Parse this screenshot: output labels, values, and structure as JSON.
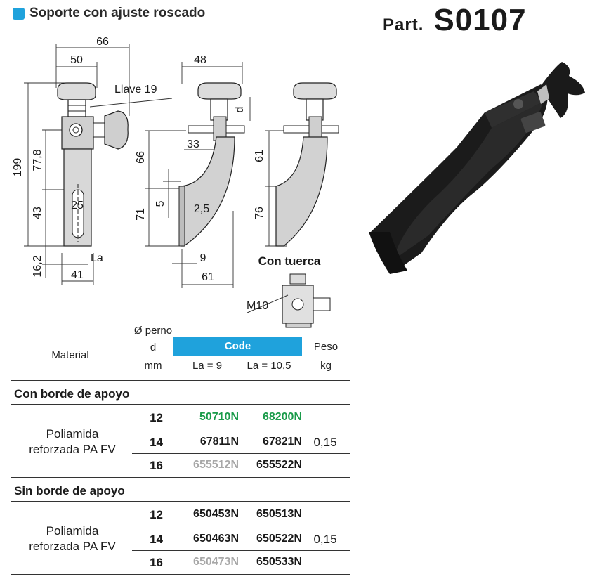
{
  "header": {
    "title": "Soporte con ajuste roscado",
    "part_prefix": "Part.",
    "part_code": "S0107"
  },
  "drawing": {
    "dims": {
      "d66": "66",
      "d50": "50",
      "d48": "48",
      "llave": "Llave 19",
      "d199": "199",
      "d77_8": "77,8",
      "d43": "43",
      "d16_2": "16,2",
      "d25": "25",
      "la": "La",
      "d41": "41",
      "d66b": "66",
      "d33": "33",
      "d71": "71",
      "d5": "5",
      "d2_5": "2,5",
      "d9": "9",
      "d61": "61",
      "d_d": "d",
      "d61b": "61",
      "d76": "76",
      "con_tuerca": "Con tuerca",
      "m10": "M10"
    }
  },
  "table": {
    "headers": {
      "material": "Material",
      "perno_line1": "Ø perno",
      "perno_line2": "d",
      "perno_line3": "mm",
      "code": "Code",
      "la9": "La = 9",
      "la105": "La = 10,5",
      "peso": "Peso",
      "kg": "kg"
    },
    "sections": [
      {
        "title": "Con borde de apoyo",
        "material_line1": "Poliamida",
        "material_line2": "reforzada PA FV",
        "weight": "0,15",
        "rows": [
          {
            "d": "12",
            "la9": "50710N",
            "la105": "68200N"
          },
          {
            "d": "14",
            "la9": "67811N",
            "la105": "67821N"
          },
          {
            "d": "16",
            "la9": "655512N",
            "la105": "655522N"
          }
        ]
      },
      {
        "title": "Sin borde de apoyo",
        "material_line1": "Poliamida",
        "material_line2": "reforzada PA FV",
        "weight": "0,15",
        "rows": [
          {
            "d": "12",
            "la9": "650453N",
            "la105": "650513N"
          },
          {
            "d": "14",
            "la9": "650463N",
            "la105": "650522N"
          },
          {
            "d": "16",
            "la9": "650473N",
            "la105": "650533N"
          }
        ]
      }
    ]
  },
  "colors": {
    "accent": "#1fa2dc",
    "green_code": "#1a9b4a",
    "gray_code": "#a8a8a8"
  }
}
